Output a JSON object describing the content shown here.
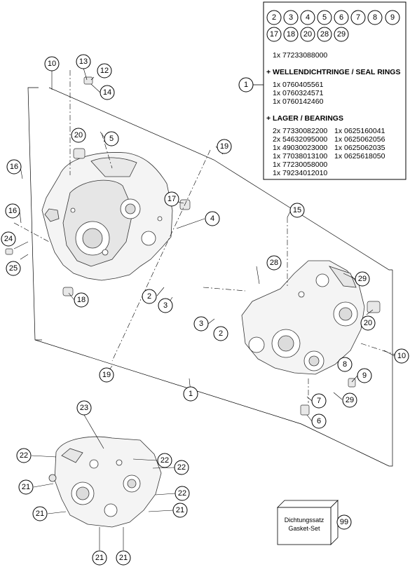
{
  "legend": {
    "badges_row1": [
      "2",
      "3",
      "4",
      "5",
      "6",
      "7",
      "8",
      "9"
    ],
    "badges_row2": [
      "17",
      "18",
      "20",
      "28",
      "29"
    ],
    "part_line": "1x 77233088000",
    "seal_heading": "+ WELLENDICHTRINGE / SEAL RINGS",
    "seal_items": [
      "1x 0760405561",
      "1x 0760324571",
      "1x 0760142460"
    ],
    "bearing_heading": "+ LAGER / BEARINGS",
    "bearing_col1": [
      "2x 77330082200",
      "2x 54632095000",
      "1x 49030023000",
      "1x 77038013100",
      "1x 77230058000",
      "1x 79234012010"
    ],
    "bearing_col2": [
      "1x 0625160041",
      "1x 0625062056",
      "1x 0625062035",
      "1x 0625618050"
    ],
    "pointer_label": "1"
  },
  "gasket_kit": {
    "line1": "Dichtungssatz",
    "line2": "Gasket-Set",
    "number": "99"
  },
  "callouts": [
    {
      "id": "c10a",
      "label": "10"
    },
    {
      "id": "c13",
      "label": "13"
    },
    {
      "id": "c12",
      "label": "12"
    },
    {
      "id": "c14",
      "label": "14"
    },
    {
      "id": "c20a",
      "label": "20"
    },
    {
      "id": "c5",
      "label": "5"
    },
    {
      "id": "c19a",
      "label": "19"
    },
    {
      "id": "c16a",
      "label": "16"
    },
    {
      "id": "c17",
      "label": "17"
    },
    {
      "id": "c16b",
      "label": "16"
    },
    {
      "id": "c4",
      "label": "4"
    },
    {
      "id": "c15",
      "label": "15"
    },
    {
      "id": "c24",
      "label": "24"
    },
    {
      "id": "c25",
      "label": "25"
    },
    {
      "id": "c28",
      "label": "28"
    },
    {
      "id": "c29a",
      "label": "29"
    },
    {
      "id": "c18",
      "label": "18"
    },
    {
      "id": "c2a",
      "label": "2"
    },
    {
      "id": "c3a",
      "label": "3"
    },
    {
      "id": "c3b",
      "label": "3"
    },
    {
      "id": "c2b",
      "label": "2"
    },
    {
      "id": "c20b",
      "label": "20"
    },
    {
      "id": "c10b",
      "label": "10"
    },
    {
      "id": "c8",
      "label": "8"
    },
    {
      "id": "c9",
      "label": "9"
    },
    {
      "id": "c19b",
      "label": "19"
    },
    {
      "id": "c1",
      "label": "1"
    },
    {
      "id": "c7",
      "label": "7"
    },
    {
      "id": "c29b",
      "label": "29"
    },
    {
      "id": "c6",
      "label": "6"
    },
    {
      "id": "c23",
      "label": "23"
    },
    {
      "id": "c22a",
      "label": "22"
    },
    {
      "id": "c22b",
      "label": "22"
    },
    {
      "id": "c22c",
      "label": "22"
    },
    {
      "id": "c21a",
      "label": "21"
    },
    {
      "id": "c22d",
      "label": "22"
    },
    {
      "id": "c21b",
      "label": "21"
    },
    {
      "id": "c21c",
      "label": "21"
    },
    {
      "id": "c21d",
      "label": "21"
    },
    {
      "id": "c21e",
      "label": "21"
    }
  ]
}
